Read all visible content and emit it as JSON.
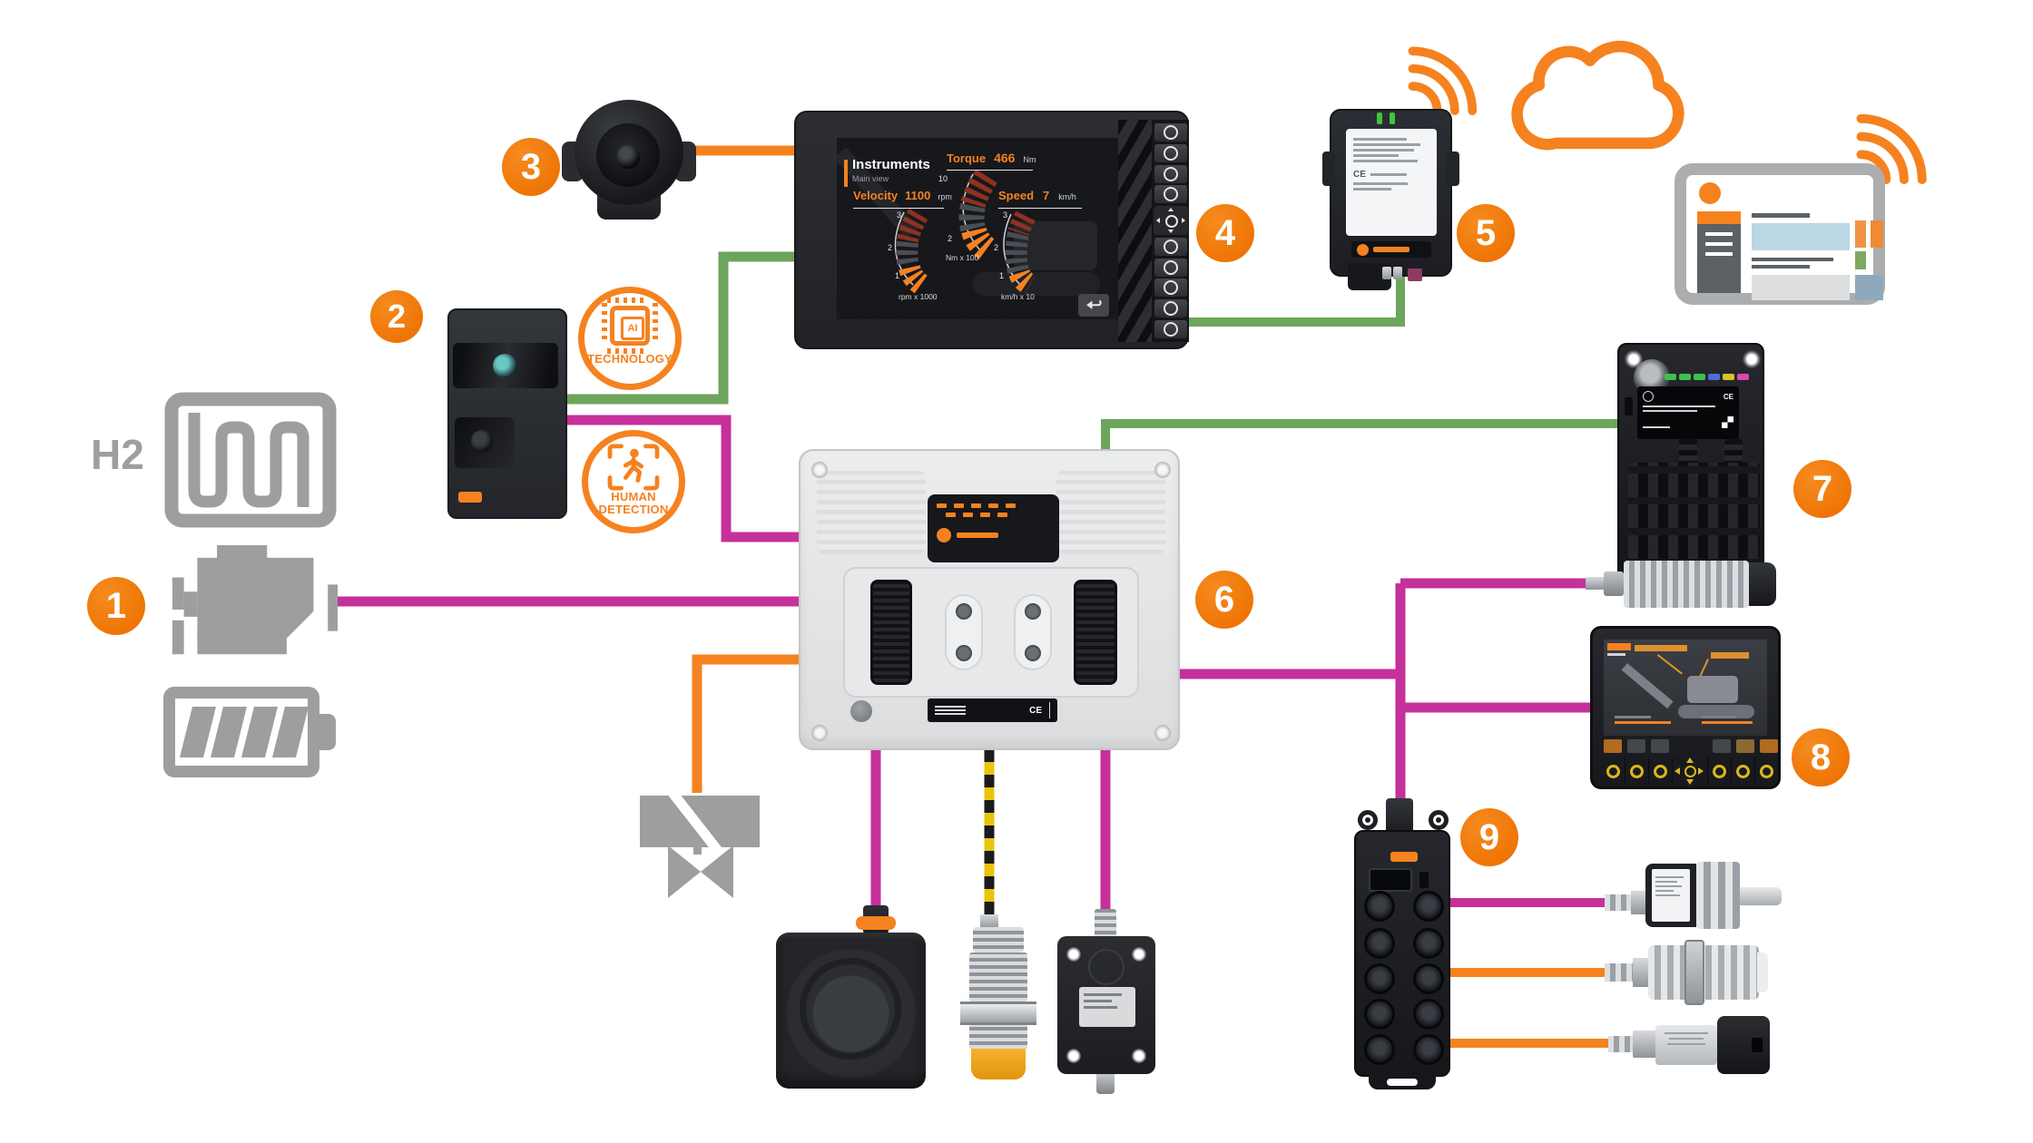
{
  "palette": {
    "orange": "#F5821F",
    "magenta": "#C5309B",
    "green": "#6CA55B",
    "gray_icon": "#9C9EA0",
    "yellow_cable": "#E8C50A"
  },
  "badges": [
    "1",
    "2",
    "3",
    "4",
    "5",
    "6",
    "7",
    "8",
    "9"
  ],
  "left_icons": {
    "h2_label": "H2"
  },
  "ai_badge": {
    "chip": "AI",
    "label": "TECHNOLOGY"
  },
  "human_badge": {
    "line1": "HUMAN",
    "line2": "DETECTION"
  },
  "display4": {
    "title": "Instruments",
    "subtitle": "Main view",
    "torque": {
      "label": "Torque",
      "value": "466",
      "unit": "Nm",
      "scale_hi": "10",
      "scale_lo": "2",
      "axis": "Nm x 100"
    },
    "velocity": {
      "label": "Velocity",
      "value": "1100",
      "unit": "rpm",
      "scale": [
        "3",
        "2",
        "1"
      ],
      "axis": "rpm x 1000"
    },
    "speed": {
      "label": "Speed",
      "value": "7",
      "unit": "km/h",
      "scale": [
        "3",
        "2",
        "1"
      ],
      "axis": "km/h x 10"
    }
  },
  "labels": {
    "ce": "CE"
  }
}
